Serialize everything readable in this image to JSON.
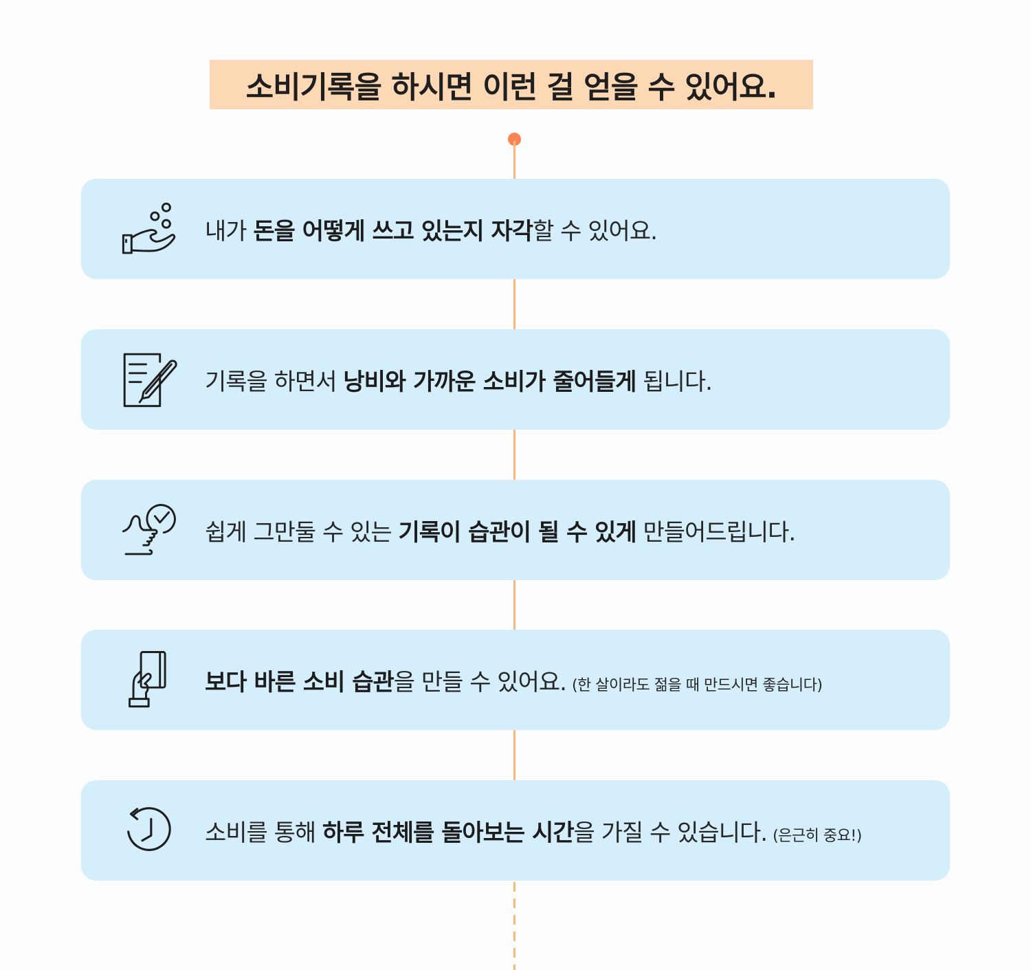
{
  "title": "소비기록을 하시면 이런 걸 얻을 수 있어요.",
  "colors": {
    "title_band": "#fdd8b4",
    "card_background": "#d5eefb",
    "timeline_line": "#f9b878",
    "timeline_dot": "#fb8452",
    "text": "#222222"
  },
  "benefits": [
    {
      "icon": "hand-coins-icon",
      "segments": [
        {
          "text": "내가 ",
          "bold": false
        },
        {
          "text": "돈을 어떻게 쓰고 있는지 자각",
          "bold": true
        },
        {
          "text": "할 수 있어요.",
          "bold": false
        }
      ],
      "note": ""
    },
    {
      "icon": "document-pen-icon",
      "segments": [
        {
          "text": "기록을 하면서 ",
          "bold": false
        },
        {
          "text": "낭비와 가까운 소비가 줄어들게",
          "bold": true
        },
        {
          "text": " 됩니다.",
          "bold": false
        }
      ],
      "note": ""
    },
    {
      "icon": "thumbs-up-check-icon",
      "segments": [
        {
          "text": "쉽게 그만둘 수 있는 ",
          "bold": false
        },
        {
          "text": "기록이 습관이 될 수 있게",
          "bold": true
        },
        {
          "text": " 만들어드립니다.",
          "bold": false
        }
      ],
      "note": ""
    },
    {
      "icon": "hand-card-icon",
      "segments": [
        {
          "text": "보다 바른 소비 습관",
          "bold": true
        },
        {
          "text": "을 만들 수 있어요.",
          "bold": false
        }
      ],
      "note": "(한 살이라도 젊을 때 만드시면 좋습니다)"
    },
    {
      "icon": "clock-history-icon",
      "segments": [
        {
          "text": "소비를 통해 ",
          "bold": false
        },
        {
          "text": "하루 전체를 돌아보는 시간",
          "bold": true
        },
        {
          "text": "을 가질 수 있습니다.",
          "bold": false
        }
      ],
      "note": "(은근히 중요!)"
    }
  ]
}
